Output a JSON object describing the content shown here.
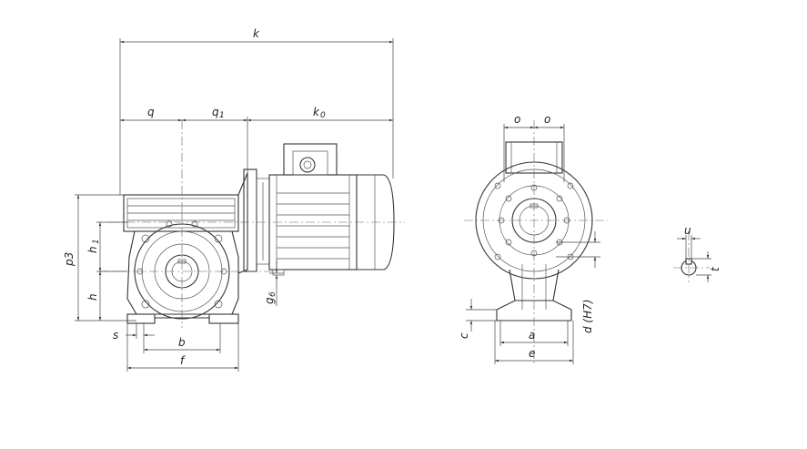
{
  "labels": {
    "k": "k",
    "q": "q",
    "q1": "q",
    "q1_sub": "1",
    "k0": "k",
    "k0_sub": "0",
    "p3": "p3",
    "h1": "h",
    "h1_sub": "1",
    "h": "h",
    "s": "s",
    "b": "b",
    "f": "f",
    "g6": "g",
    "g6_sub": "6",
    "o_left": "o",
    "o_right": "o",
    "c": "c",
    "a": "a",
    "e": "e",
    "d": "d (H7)",
    "u": "u",
    "t": "t"
  }
}
